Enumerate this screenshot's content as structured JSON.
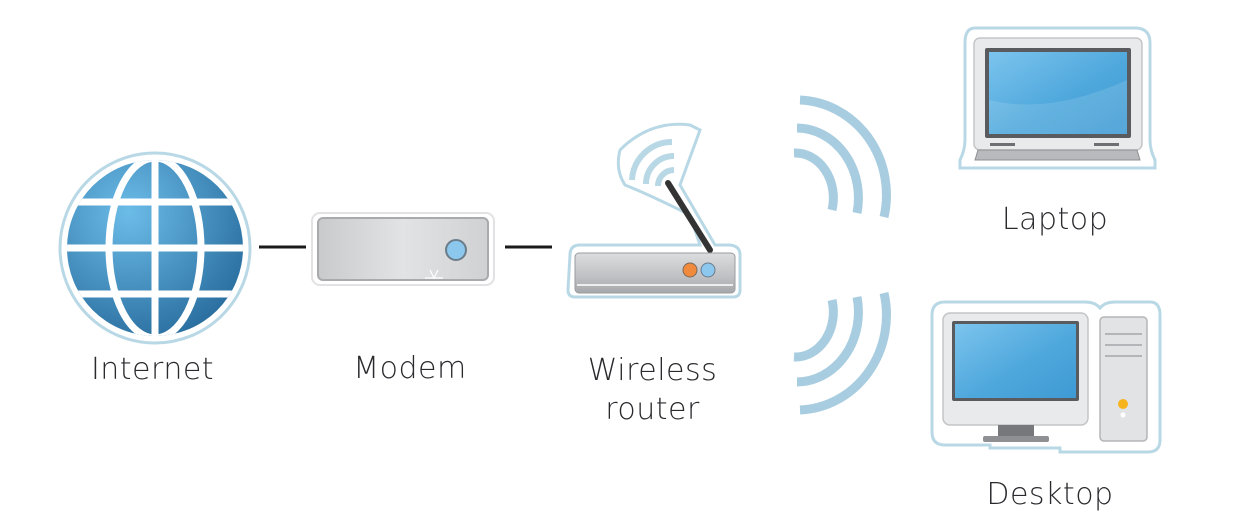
{
  "diagram": {
    "type": "home-network-topology",
    "nodes": [
      {
        "id": "internet",
        "label": "Internet",
        "icon": "globe-icon"
      },
      {
        "id": "modem",
        "label": "Modem",
        "icon": "modem-icon"
      },
      {
        "id": "router",
        "label_line1": "Wireless",
        "label_line2": "router",
        "icon": "wireless-router-icon"
      },
      {
        "id": "laptop",
        "label": "Laptop",
        "icon": "laptop-icon"
      },
      {
        "id": "desktop",
        "label": "Desktop",
        "icon": "desktop-computer-icon"
      }
    ],
    "connections": [
      {
        "from": "internet",
        "to": "modem",
        "kind": "wired"
      },
      {
        "from": "modem",
        "to": "router",
        "kind": "wired"
      },
      {
        "from": "router",
        "to": "laptop",
        "kind": "wireless"
      },
      {
        "from": "router",
        "to": "desktop",
        "kind": "wireless"
      }
    ],
    "colors": {
      "outline": "#b9d8e6",
      "wave": "#a9cde0",
      "globe_dark": "#2d7cb0",
      "globe_light": "#5fb3e3",
      "screen": "#4aa6dc",
      "device_gray": "#d4d5d7",
      "wire": "#1a1a1a",
      "led_orange": "#f08a3c",
      "led_blue": "#8cc8ee",
      "led_yellow": "#f5b41e",
      "text": "#2a2a2e"
    }
  }
}
